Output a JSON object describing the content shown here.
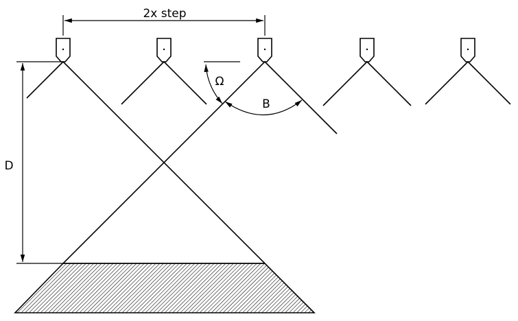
{
  "labels": {
    "step": "2x step",
    "distance": "D",
    "omega": "Ω",
    "beta": "B"
  },
  "colors": {
    "line": "#000000",
    "background": "#ffffff",
    "hatch": "#000000"
  }
}
